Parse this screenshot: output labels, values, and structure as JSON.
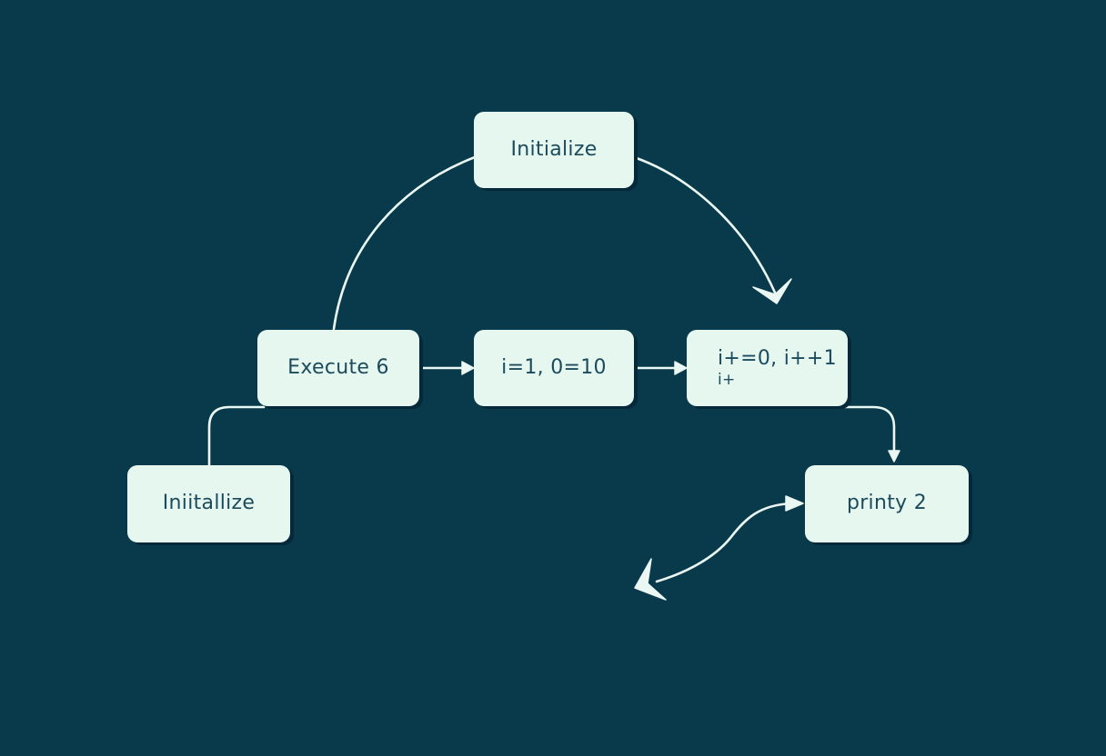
{
  "nodes": {
    "init_top": {
      "label": "Initialize"
    },
    "execute": {
      "label": "Execute 6"
    },
    "cond": {
      "label": "i=1, 0=10"
    },
    "incr": {
      "label": "i+=0, i++1",
      "sub": "i+"
    },
    "init_left": {
      "label": "Iniitallize"
    },
    "print": {
      "label": "printy 2"
    }
  },
  "colors": {
    "background": "#083a4b",
    "node_fill": "#e6f7ef",
    "node_text": "#1b4b5c",
    "edge": "#eaf7f2"
  }
}
